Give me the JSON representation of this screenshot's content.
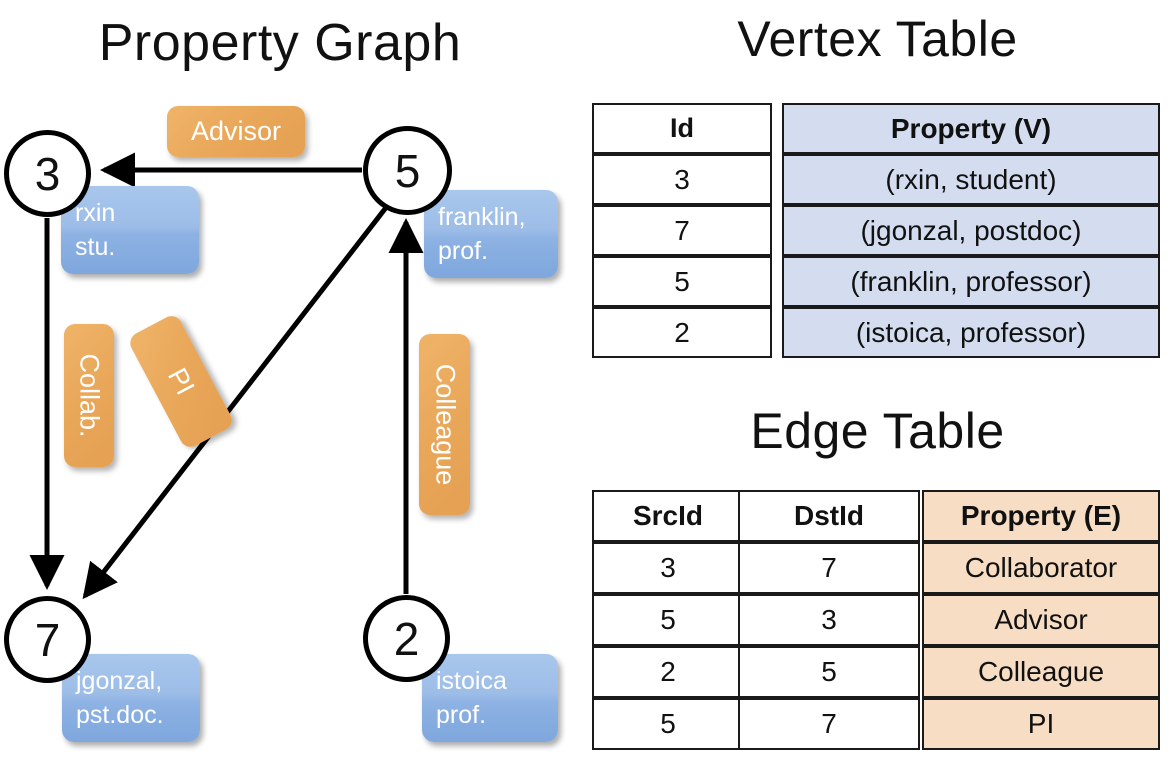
{
  "titles": {
    "property_graph": "Property Graph",
    "vertex_table": "Vertex Table",
    "edge_table": "Edge Table"
  },
  "graph": {
    "nodes": [
      {
        "id": "3",
        "property": "rxin\nstu."
      },
      {
        "id": "5",
        "property": "franklin,\nprof."
      },
      {
        "id": "7",
        "property": "jgonzal,\npst.doc."
      },
      {
        "id": "2",
        "property": "istoica\nprof."
      }
    ],
    "node_labels": {
      "n3": "3",
      "n5": "5",
      "n7": "7",
      "n2": "2"
    },
    "property_boxes": {
      "rxin_line1": "rxin",
      "rxin_line2": "stu.",
      "franklin_line1": "franklin,",
      "franklin_line2": "prof.",
      "jgonzal_line1": "jgonzal,",
      "jgonzal_line2": "pst.doc.",
      "istoica_line1": "istoica",
      "istoica_line2": "prof."
    },
    "edge_labels": {
      "advisor": "Advisor",
      "collab": "Collab.",
      "pi": "PI",
      "colleague": "Colleague"
    },
    "edges": [
      {
        "from": "5",
        "to": "3",
        "label": "Advisor"
      },
      {
        "from": "3",
        "to": "7",
        "label": "Collab."
      },
      {
        "from": "5",
        "to": "7",
        "label": "PI"
      },
      {
        "from": "2",
        "to": "5",
        "label": "Colleague"
      }
    ]
  },
  "vertex_table": {
    "headers": {
      "id": "Id",
      "property": "Property (V)"
    },
    "rows": [
      {
        "id": "3",
        "property": "(rxin, student)"
      },
      {
        "id": "7",
        "property": "(jgonzal, postdoc)"
      },
      {
        "id": "5",
        "property": "(franklin, professor)"
      },
      {
        "id": "2",
        "property": "(istoica, professor)"
      }
    ]
  },
  "edge_table": {
    "headers": {
      "src": "SrcId",
      "dst": "DstId",
      "property": "Property (E)"
    },
    "rows": [
      {
        "src": "3",
        "dst": "7",
        "property": "Collaborator"
      },
      {
        "src": "5",
        "dst": "3",
        "property": "Advisor"
      },
      {
        "src": "2",
        "dst": "5",
        "property": "Colleague"
      },
      {
        "src": "5",
        "dst": "7",
        "property": "PI"
      }
    ]
  },
  "colors": {
    "vertex_property_fill": "#d3ddef",
    "edge_property_fill": "#f6ddc3",
    "node_box_blue": "#8db2e3",
    "edge_label_orange": "#e9a759",
    "stroke": "#000000"
  }
}
